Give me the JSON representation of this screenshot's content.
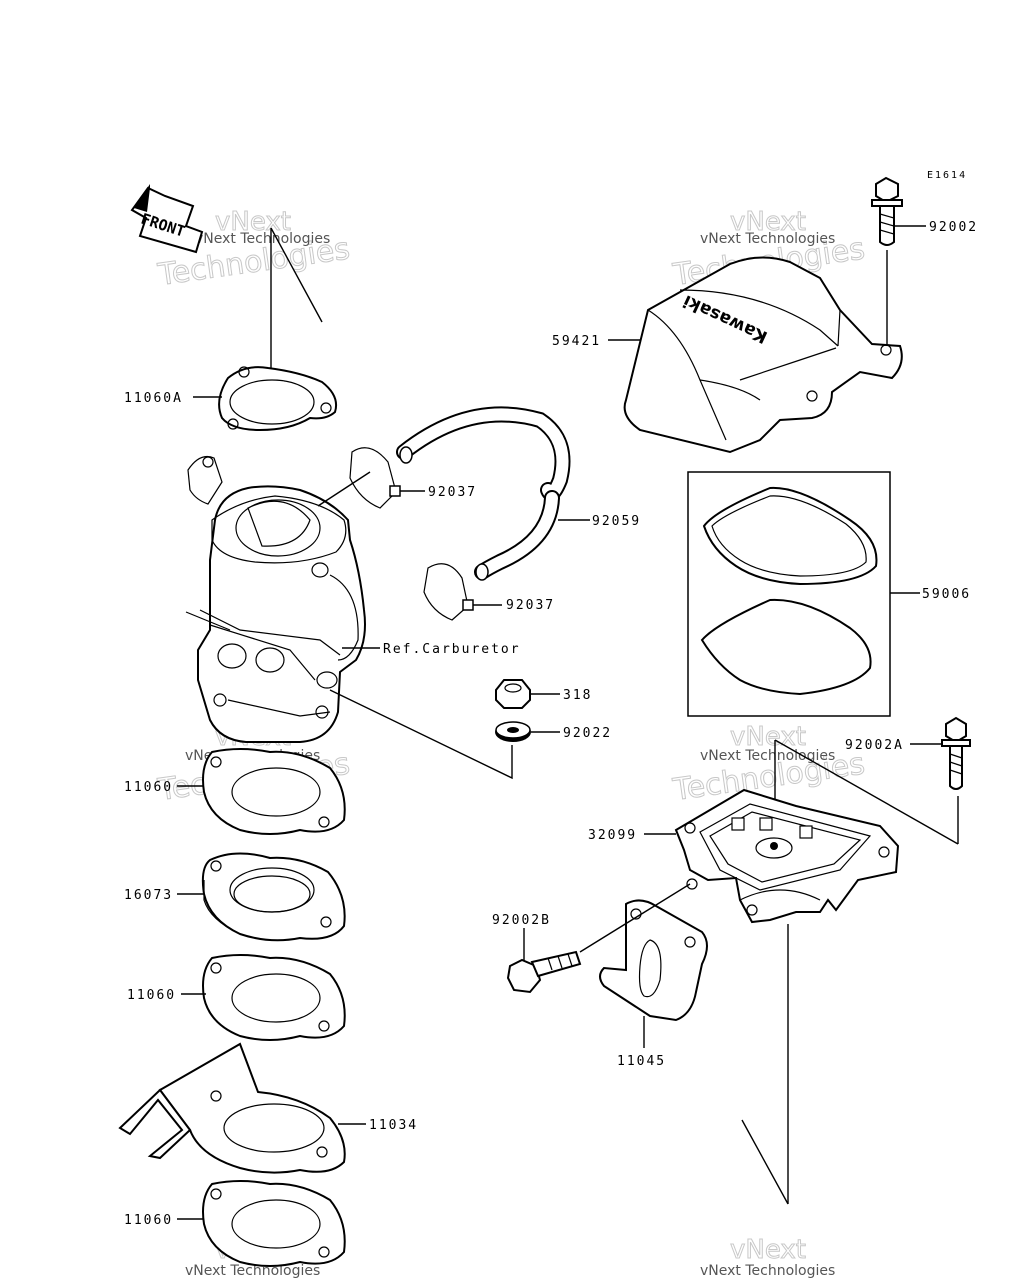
{
  "diagram": {
    "code": "E1614",
    "front_label": "FRONT",
    "watermark_line1": "vNext",
    "watermark_line2": "Technologies",
    "watermark_small": "vNext Technologies",
    "labels": {
      "p11060A": "11060A",
      "p92037a": "92037",
      "p92059": "92059",
      "p92037b": "92037",
      "ref_carb": "Ref.Carburetor",
      "p318": "318",
      "p92022": "92022",
      "p11060a": "11060",
      "p16073": "16073",
      "p11060b": "11060",
      "p11034": "11034",
      "p11060c": "11060",
      "p92002": "92002",
      "p59421": "59421",
      "p59006": "59006",
      "p92002A": "92002A",
      "p32099": "32099",
      "p92002B": "92002B",
      "p11045": "11045"
    },
    "cover_logo": "Kawasaki"
  }
}
